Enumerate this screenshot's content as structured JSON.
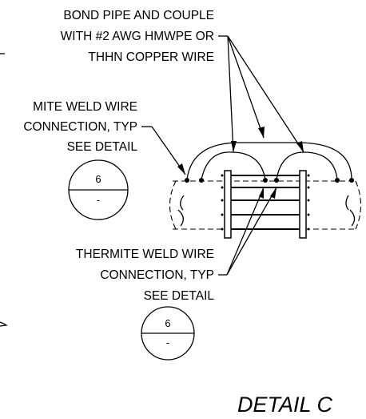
{
  "notes": {
    "bond_note": [
      "BOND PIPE AND COUPLE",
      "WITH #2 AWG HMWPE OR",
      "THHN COPPER WIRE"
    ],
    "weld_note_top": [
      "MITE WELD WIRE",
      "CONNECTION, TYP",
      "SEE DETAIL"
    ],
    "weld_note_bottom": [
      "THERMITE WELD WIRE",
      "CONNECTION, TYP",
      "SEE DETAIL"
    ]
  },
  "bubbles": [
    {
      "number": "6",
      "sheet": "-"
    },
    {
      "number": "6",
      "sheet": "-"
    }
  ],
  "detail_title": "DETAIL C"
}
